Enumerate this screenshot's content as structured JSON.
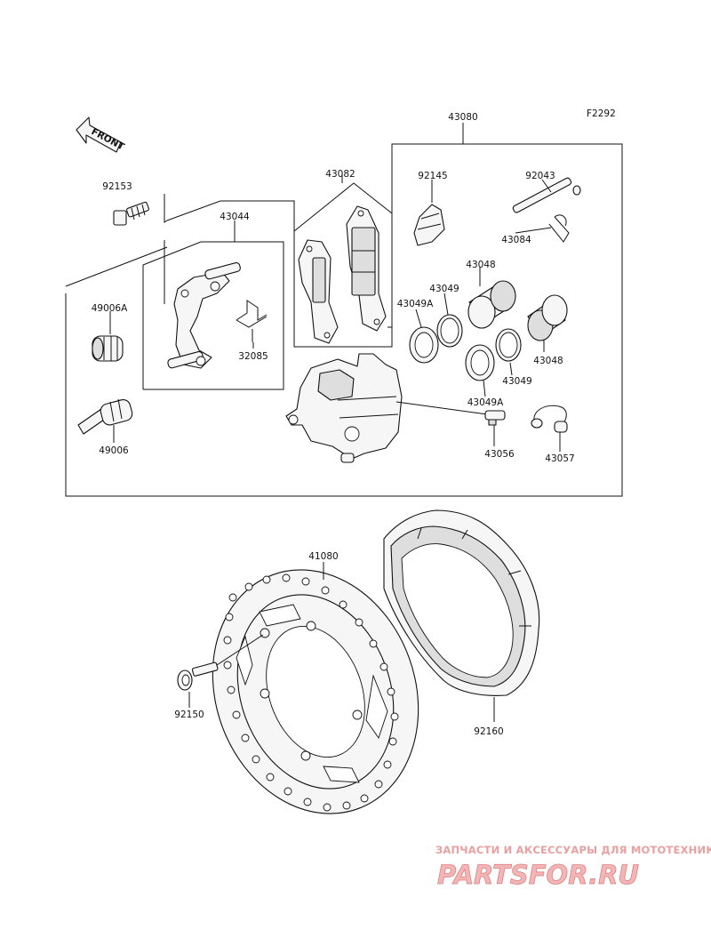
{
  "diagram": {
    "figure_code": "F2292",
    "front_label": "FRONT",
    "callouts": {
      "43080": "43080",
      "43082": "43082",
      "92153": "92153",
      "43044": "43044",
      "92145": "92145",
      "92043": "92043",
      "43084": "43084",
      "43048a": "43048",
      "43049a": "43049",
      "49006A": "49006A",
      "43049Aa": "43049A",
      "43048b": "43048",
      "32085": "32085",
      "43049b": "43049",
      "43049Ab": "43049A",
      "49006": "49006",
      "43056": "43056",
      "43057": "43057",
      "41080": "41080",
      "92150": "92150",
      "92160": "92160"
    }
  },
  "watermark": {
    "tagline": "ЗАПЧАСТИ И АКСЕССУАРЫ ДЛЯ МОТОТЕХНИКИ",
    "logo": "PARTSFOR.RU"
  }
}
